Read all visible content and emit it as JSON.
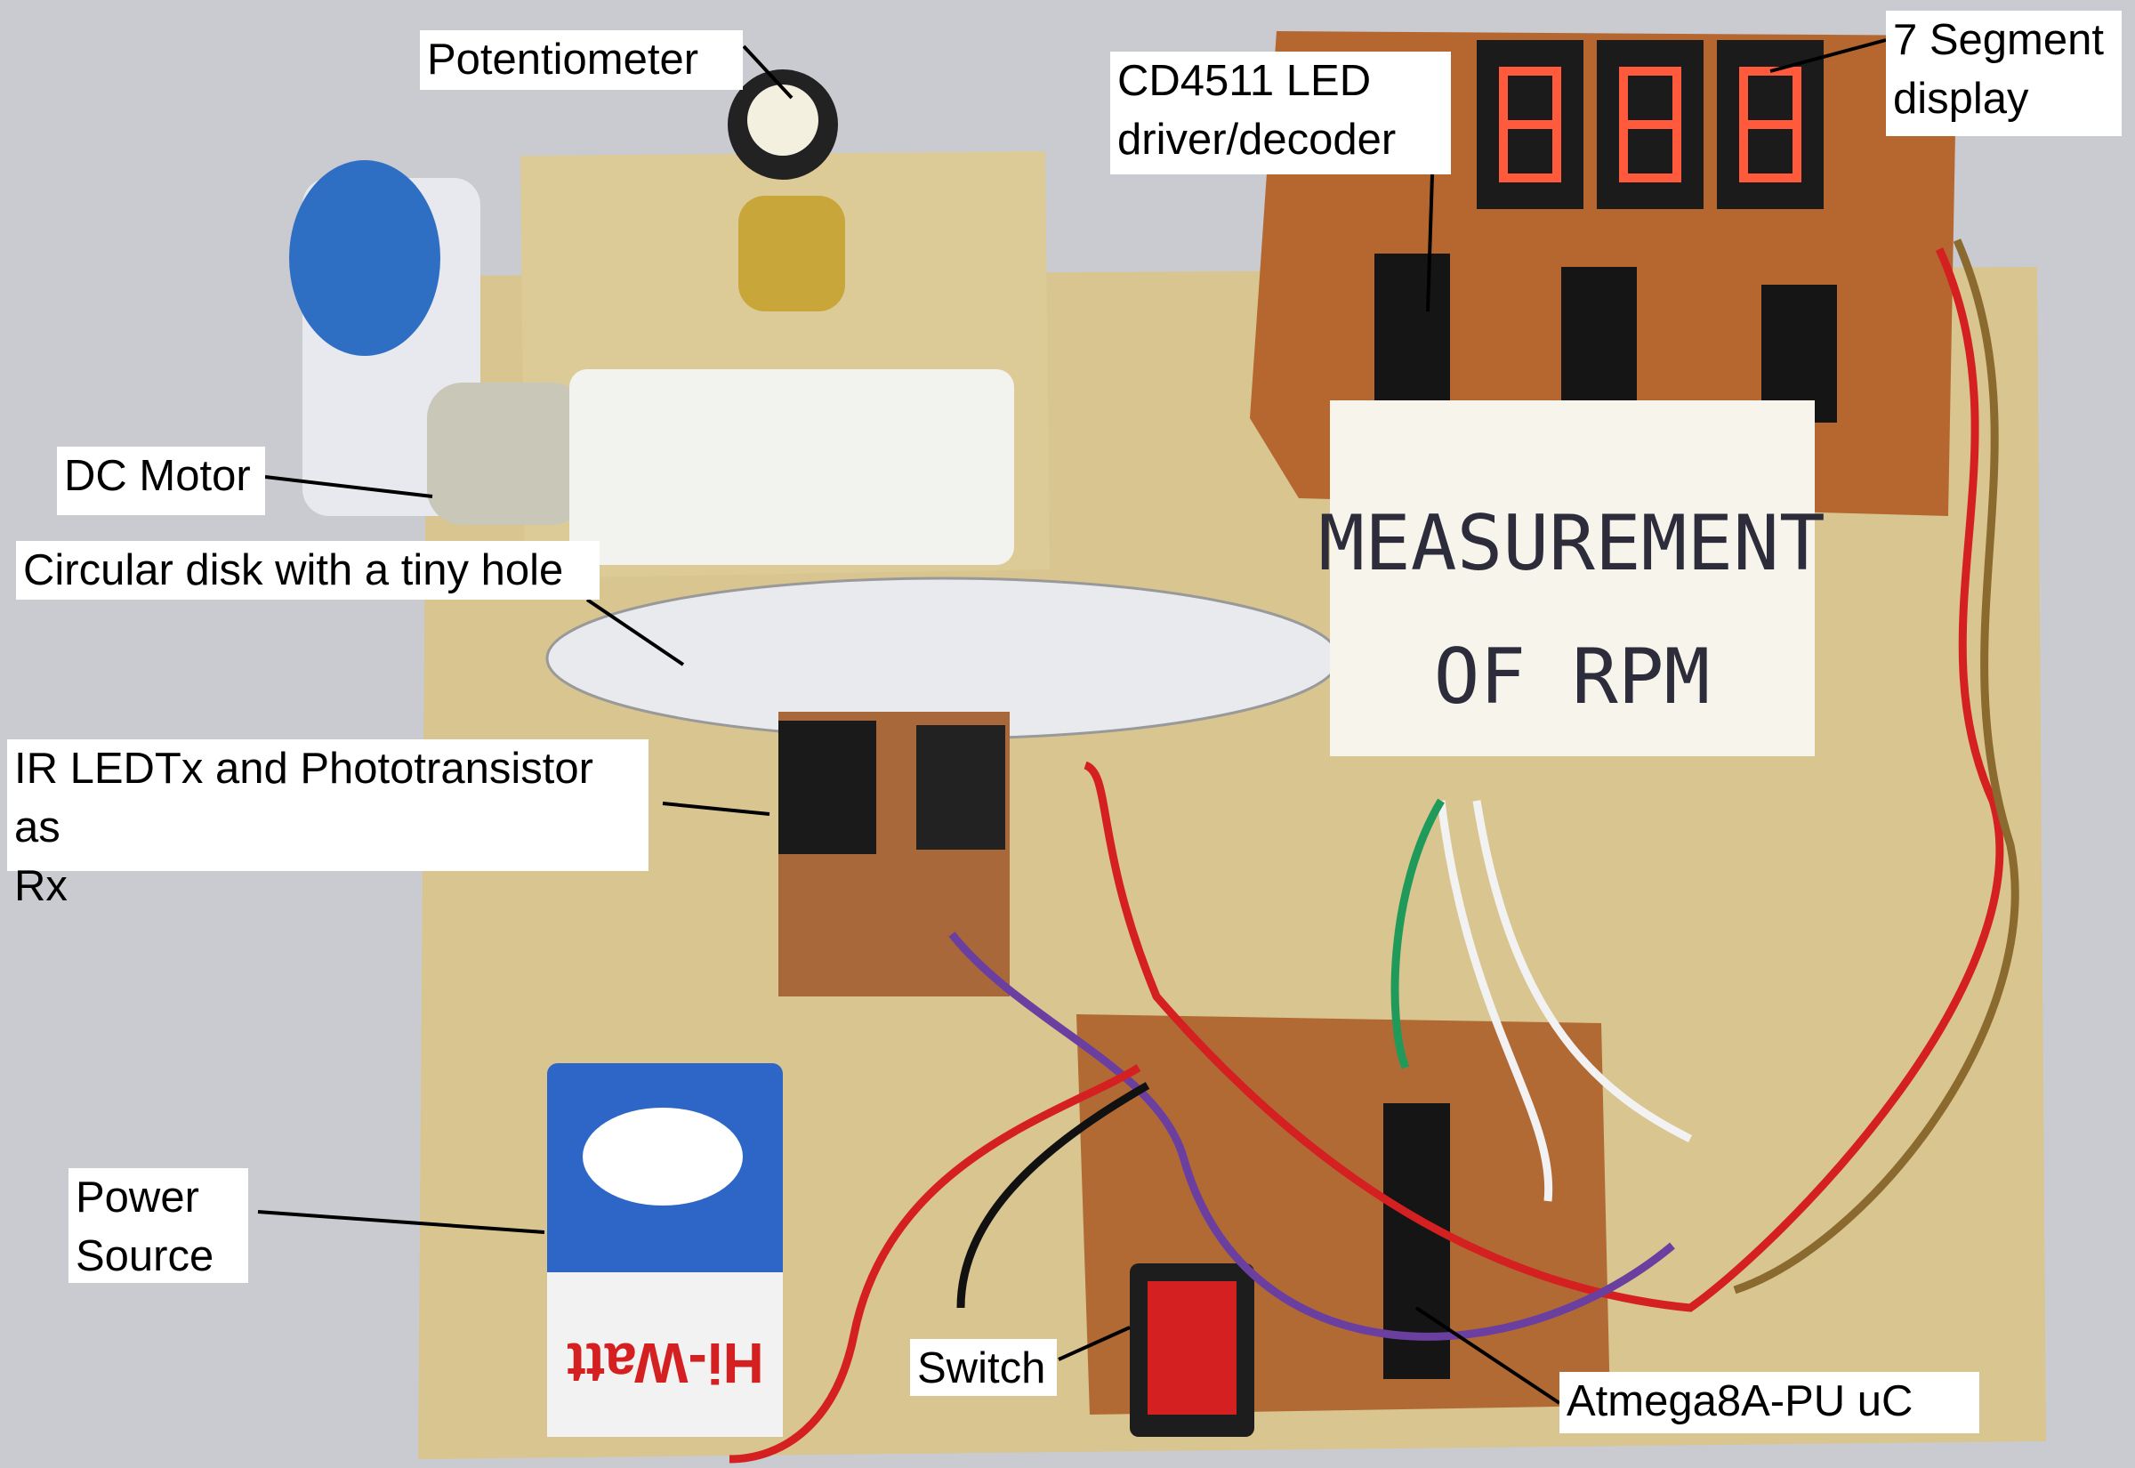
{
  "labels": {
    "potentiometer": "Potentiometer",
    "seven_segment": "7 Segment\ndisplay",
    "led_driver": "CD4511 LED\ndriver/decoder",
    "dc_motor": "DC Motor",
    "circular_disk": "Circular disk with a tiny hole",
    "ir_sensor": "IR LEDTx and Phototransistor as\nRx",
    "power_source": "Power\nSource",
    "switch": "Switch",
    "microcontroller": "Atmega8A-PU uC"
  },
  "sign": {
    "line1": "MEASUREMENT",
    "line2": "OF RPM"
  },
  "battery_brand": "Hi-Watt",
  "colors": {
    "background": "#c9cbd0",
    "wood": "#d9c58f",
    "pcb": "#b5672f",
    "segment_red": "#ff5a3c",
    "wire_red": "#d42020",
    "wire_green": "#1f9a5a",
    "wire_purple": "#6a3fa0"
  }
}
